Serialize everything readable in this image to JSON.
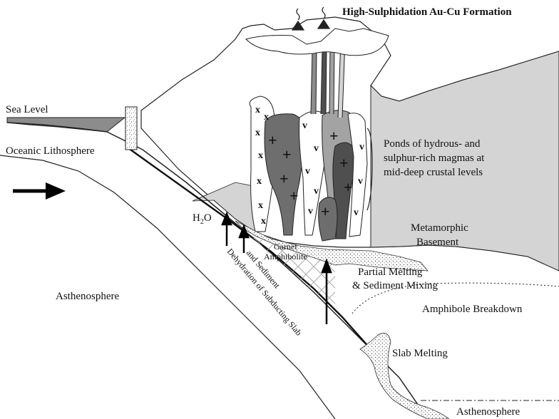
{
  "labels": {
    "title": "High-Sulphidation Au-Cu Formation",
    "sea_level": "Sea Level",
    "oceanic_lithosphere": "Oceanic Lithosphere",
    "asthenosphere_left": "Asthenosphere",
    "h2o_main": "H",
    "h2o_sub": "2",
    "h2o_end": "O",
    "dehydration_line1": "Dehydration of Subducting Slab",
    "dehydration_line2": "and Sediment",
    "garnet": "Garnet",
    "amphibolite": "Amphibolite",
    "ponds_line1": "Ponds of hydrous- and",
    "ponds_line2": "sulphur-rich magmas at",
    "ponds_line3": "mid-deep crustal levels",
    "metamorphic_line1": "Metamorphic",
    "metamorphic_line2": "Basement",
    "partial_melting_line1": "Partial Melting",
    "partial_melting_line2": "& Sediment Mixing",
    "amphibole_breakdown": "Amphibole Breakdown",
    "slab_melting": "Slab Melting",
    "asthenosphere_bottom": "Asthenosphere"
  },
  "colors": {
    "crust_gray": "#d4d4d4",
    "sea_gray": "#8c8c8c",
    "dark_pluton": "#6e6e6e",
    "darker_pluton": "#4f4f4f",
    "medium_pluton": "#a3a3a3",
    "light_pluton": "#e8e8e8",
    "outline": "#222222"
  },
  "icons": [
    "subduction-direction-arrow",
    "fluid-arrow",
    "fumarole-icon"
  ]
}
